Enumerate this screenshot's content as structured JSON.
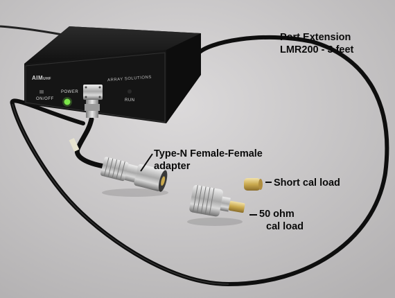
{
  "annotations": {
    "port_extension_line1": "Port Extension",
    "port_extension_line2": "LMR200 - 3 feet",
    "adapter_line1": "Type-N Female-Female",
    "adapter_line2": "adapter",
    "short_load": "Short cal load",
    "fifty_ohm_line1": "50 ohm",
    "fifty_ohm_line2": "cal load"
  },
  "device_panel": {
    "brand": "AIM",
    "model": "UHF",
    "company": "ARRAY SOLUTIONS",
    "power_label": "POWER",
    "onoff_label": "ON/OFF",
    "run_label": "RUN"
  },
  "colors": {
    "background": "#c9c7c8",
    "device_body": "#151515",
    "cable": "#101010",
    "power_led": "#7de84a",
    "connector_metal": "#b8b8b8"
  },
  "icons": [
    "arrow-icon"
  ]
}
